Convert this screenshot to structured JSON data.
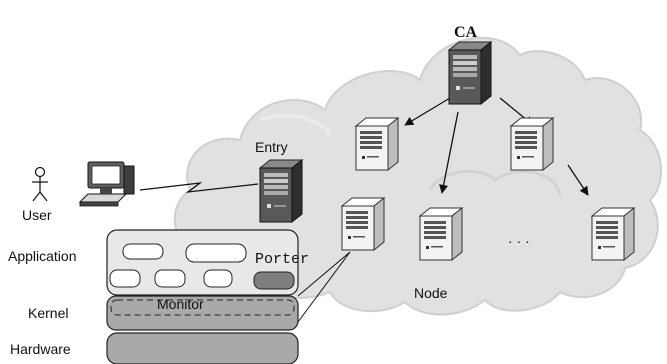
{
  "diagram": {
    "ca_label": "CA",
    "entry_label": "Entry",
    "user_label": "User",
    "node_label": "Node",
    "ellipsis": "· · ·",
    "stack": {
      "application_label": "Application",
      "kernel_label": "Kernel",
      "hardware_label": "Hardware",
      "porter_label": "Porter",
      "monitor_label": "Monitor"
    }
  },
  "colors": {
    "cloud": "#e1e1e1",
    "cloud_edge": "#cfcfcf",
    "server_body": "#f4f4f4",
    "server_dark": "#3a3a3a",
    "stack_fill": "#a9a9a9",
    "porter_fill": "#7e7e7e"
  },
  "icons": [
    "cloud-shape",
    "server-icon",
    "computer-icon",
    "user-stick-figure-icon",
    "arrow-icon"
  ]
}
